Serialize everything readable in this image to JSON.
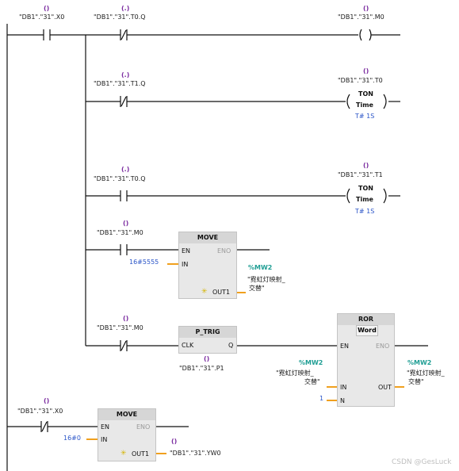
{
  "paren_empty": "()",
  "paren_dot": "(.)",
  "r1": {
    "contact_x0": "\"DB1\".\"31\".X0",
    "contact_t0q": "\"DB1\".\"31\".T0.Q",
    "coil_m0": "\"DB1\".\"31\".M0"
  },
  "r2": {
    "contact_t1q": "\"DB1\".\"31\".T1.Q",
    "timer_t0": "\"DB1\".\"31\".T0",
    "ton": "TON",
    "time": "Time",
    "preset": "T# 1S"
  },
  "r3": {
    "contact_t0q": "\"DB1\".\"31\".T0.Q",
    "timer_t1": "\"DB1\".\"31\".T1",
    "ton": "TON",
    "time": "Time",
    "preset": "T# 1S"
  },
  "r4": {
    "contact_m0": "\"DB1\".\"31\".M0",
    "block_title": "MOVE",
    "pin_en": "EN",
    "pin_eno": "ENO",
    "pin_in": "IN",
    "pin_out1": "OUT1",
    "in_value": "16#5555",
    "out_addr": "%MW2",
    "out_sym1": "\"霓虹灯映射_",
    "out_sym2": "交替\""
  },
  "r5": {
    "contact_m0": "\"DB1\".\"31\".M0",
    "ptrig_title": "P_TRIG",
    "pin_clk": "CLK",
    "pin_q": "Q",
    "ptrig_bit": "\"DB1\".\"31\".P1",
    "ror_title": "ROR",
    "ror_type": "Word",
    "pin_en": "EN",
    "pin_eno": "ENO",
    "pin_in": "IN",
    "pin_out": "OUT",
    "pin_n": "N",
    "in_addr": "%MW2",
    "in_sym1": "\"霓虹灯映射_",
    "in_sym2": "交替\"",
    "out_addr": "%MW2",
    "out_sym1": "\"霓虹灯映射_",
    "out_sym2": "交替\"",
    "n_value": "1"
  },
  "r6": {
    "contact_x0": "\"DB1\".\"31\".X0",
    "block_title": "MOVE",
    "pin_en": "EN",
    "pin_eno": "ENO",
    "pin_in": "IN",
    "pin_out1": "OUT1",
    "in_value": "16#0",
    "out_addr": "\"DB1\".\"31\".YW0"
  },
  "watermark": "CSDN @GesLuck",
  "colors": {
    "wire": "#111111",
    "operand_purple": "#7b2ca0",
    "constant_blue": "#2b55c8",
    "address_teal": "#1f9e94",
    "pin_orange": "#f0a01e",
    "block_bg": "#e8e8e8"
  }
}
